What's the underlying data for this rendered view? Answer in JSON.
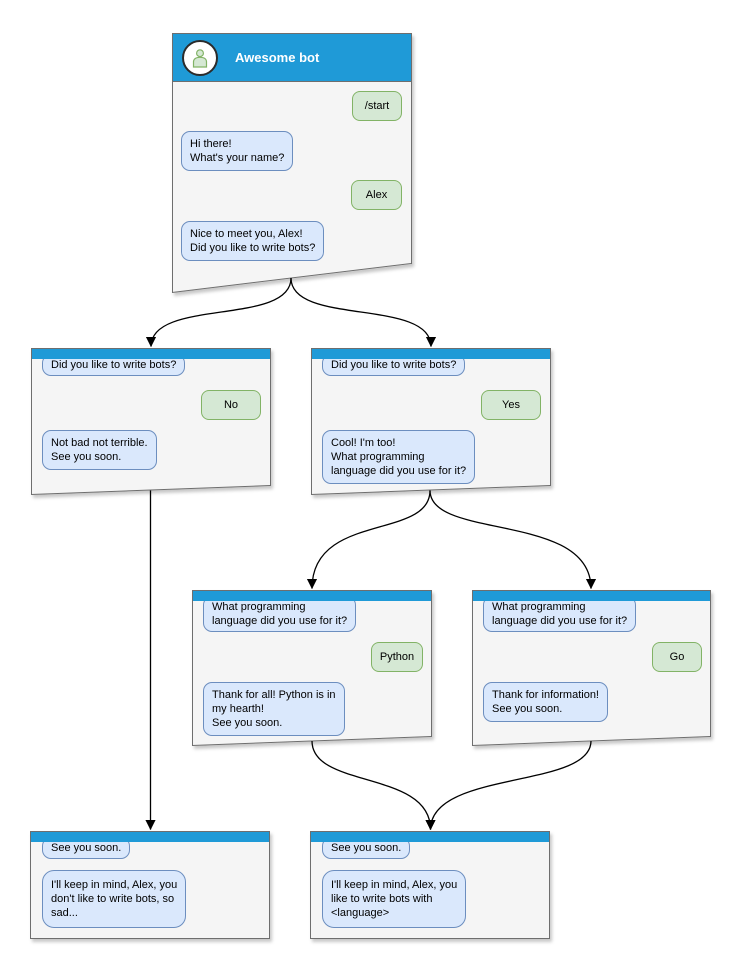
{
  "colors": {
    "header_blue": "#1F9AD7",
    "window_fill": "#F5F5F5",
    "window_border": "#6E6E6E",
    "bot_bubble_fill": "#DAE8FC",
    "bot_bubble_border": "#6C8EBF",
    "user_bubble_fill": "#D5E8D4",
    "user_bubble_border": "#82B366",
    "connector": "#000000",
    "title_text": "#FFFFFF"
  },
  "icons": {
    "avatar": "user-silhouette-icon"
  },
  "windows": {
    "main": {
      "title": "Awesome bot",
      "user_start": "/start",
      "bot_greeting": "Hi there!\nWhat's your name?",
      "user_name": "Alex",
      "bot_ask_bots": "Nice to meet you, Alex!\nDid you like to write bots?"
    },
    "branch_no": {
      "question": "Did you like to write bots?",
      "answer": "No",
      "reply": "Not bad not terrible.\nSee you soon."
    },
    "branch_yes": {
      "question": "Did you like to write bots?",
      "answer": "Yes",
      "reply": "Cool! I'm too!\nWhat programming\nlanguage did you use for it?"
    },
    "lang_python": {
      "question": "What programming\nlanguage did you use for it?",
      "answer": "Python",
      "reply": "Thank for all! Python is in\nmy hearth!\nSee you soon."
    },
    "lang_go": {
      "question": "What programming\nlanguage did you use for it?",
      "answer": "Go",
      "reply": "Thank for information!\nSee you soon."
    },
    "end_no": {
      "question": "See you soon.",
      "reply": "I'll keep in mind, Alex, you\ndon't like to write bots, so\nsad..."
    },
    "end_lang": {
      "question": "See you soon.",
      "reply": "I'll keep in mind, Alex, you\nlike to write bots with\n<language>"
    }
  }
}
